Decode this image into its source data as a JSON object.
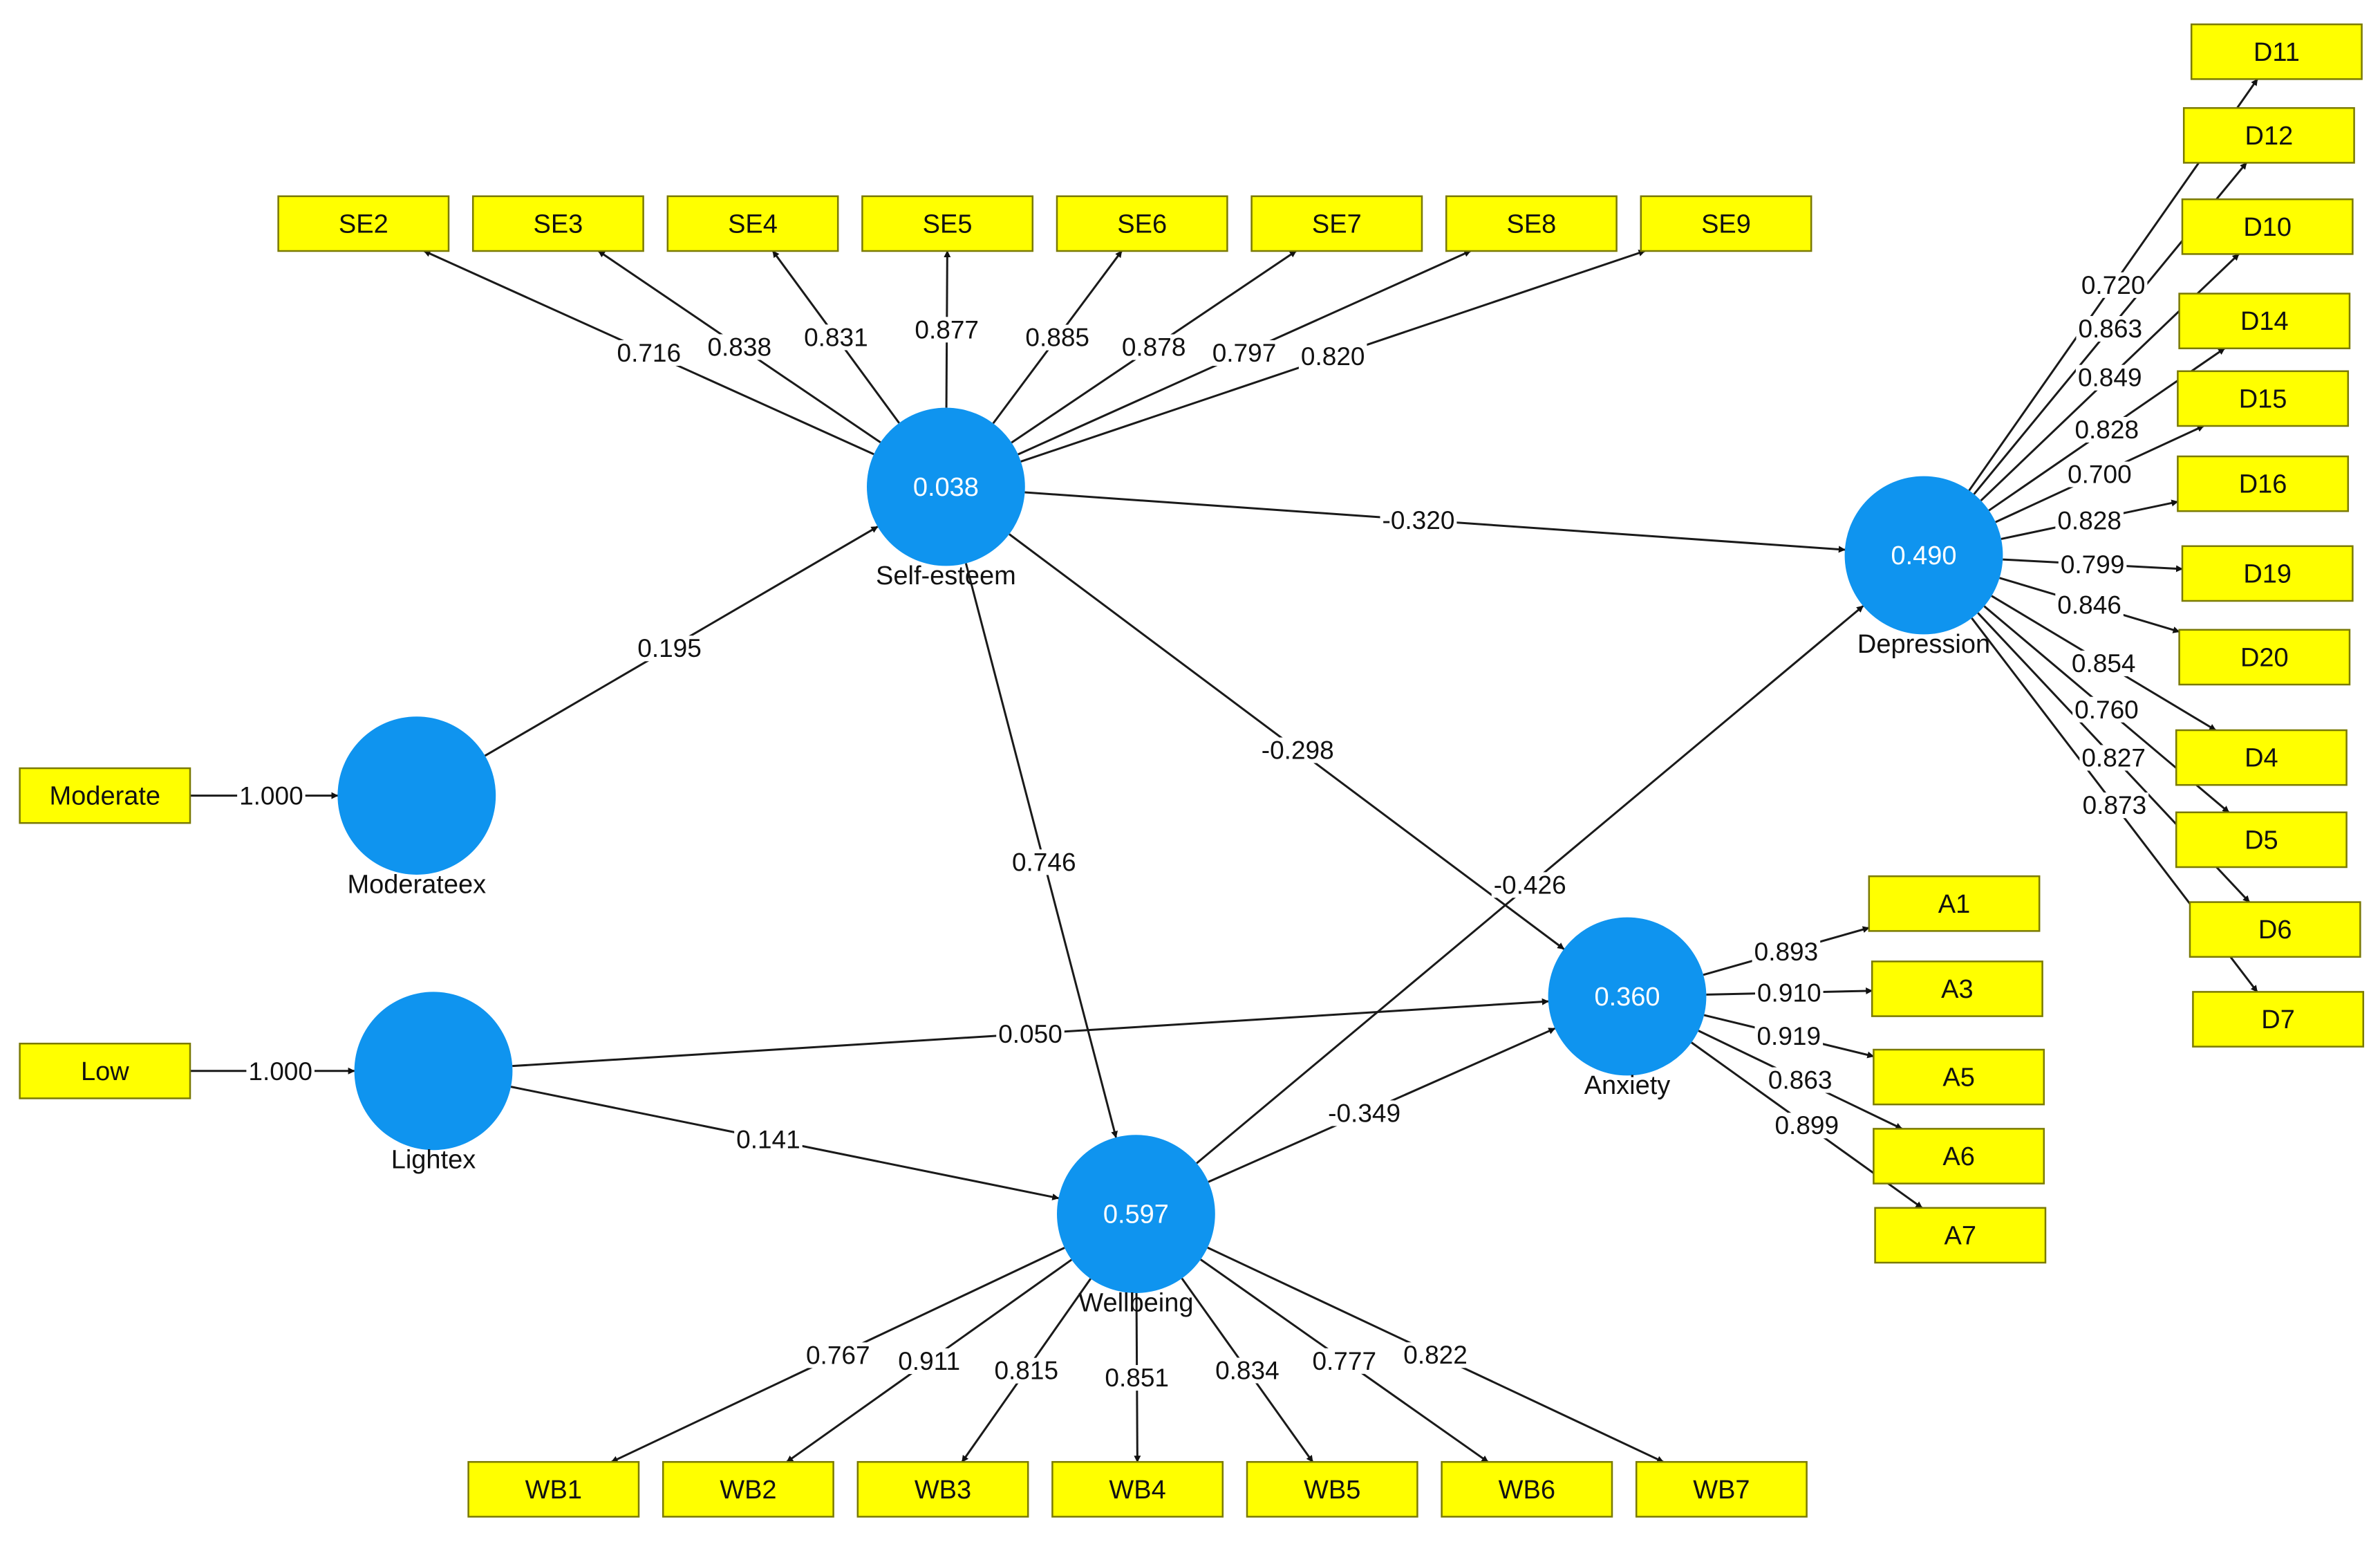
{
  "diagram_type": "PLS-SEM path model",
  "colors": {
    "latent_fill": "#0f94ef",
    "indicator_fill": "#ffff00",
    "indicator_border": "#7a7a00",
    "edge": "#1a1a1a"
  },
  "latents": [
    {
      "id": "selfesteem",
      "name": "Self-esteem",
      "r2": "0.038"
    },
    {
      "id": "depression",
      "name": "Depression",
      "r2": "0.490"
    },
    {
      "id": "anxiety",
      "name": "Anxiety",
      "r2": "0.360"
    },
    {
      "id": "wellbeing",
      "name": "Wellbeing",
      "r2": "0.597"
    },
    {
      "id": "moderateex",
      "name": "Moderateex",
      "r2": ""
    },
    {
      "id": "lightex",
      "name": "Lightex",
      "r2": ""
    }
  ],
  "indicators": [
    {
      "label": "SE2"
    },
    {
      "label": "SE3"
    },
    {
      "label": "SE4"
    },
    {
      "label": "SE5"
    },
    {
      "label": "SE6"
    },
    {
      "label": "SE7"
    },
    {
      "label": "SE8"
    },
    {
      "label": "SE9"
    },
    {
      "label": "D11"
    },
    {
      "label": "D12"
    },
    {
      "label": "D10"
    },
    {
      "label": "D14"
    },
    {
      "label": "D15"
    },
    {
      "label": "D16"
    },
    {
      "label": "D19"
    },
    {
      "label": "D20"
    },
    {
      "label": "D4"
    },
    {
      "label": "D5"
    },
    {
      "label": "D6"
    },
    {
      "label": "D7"
    },
    {
      "label": "A1"
    },
    {
      "label": "A3"
    },
    {
      "label": "A5"
    },
    {
      "label": "A6"
    },
    {
      "label": "A7"
    },
    {
      "label": "WB1"
    },
    {
      "label": "WB2"
    },
    {
      "label": "WB3"
    },
    {
      "label": "WB4"
    },
    {
      "label": "WB5"
    },
    {
      "label": "WB6"
    },
    {
      "label": "WB7"
    },
    {
      "label": "Moderate"
    },
    {
      "label": "Low"
    }
  ],
  "loadings": [
    {
      "from": "Self-esteem",
      "to": "SE2",
      "weight": "0.716"
    },
    {
      "from": "Self-esteem",
      "to": "SE3",
      "weight": "0.838"
    },
    {
      "from": "Self-esteem",
      "to": "SE4",
      "weight": "0.831"
    },
    {
      "from": "Self-esteem",
      "to": "SE5",
      "weight": "0.877"
    },
    {
      "from": "Self-esteem",
      "to": "SE6",
      "weight": "0.885"
    },
    {
      "from": "Self-esteem",
      "to": "SE7",
      "weight": "0.878"
    },
    {
      "from": "Self-esteem",
      "to": "SE8",
      "weight": "0.797"
    },
    {
      "from": "Self-esteem",
      "to": "SE9",
      "weight": "0.820"
    },
    {
      "from": "Depression",
      "to": "D11",
      "weight": "0.720"
    },
    {
      "from": "Depression",
      "to": "D12",
      "weight": "0.863"
    },
    {
      "from": "Depression",
      "to": "D10",
      "weight": "0.849"
    },
    {
      "from": "Depression",
      "to": "D14",
      "weight": "0.828"
    },
    {
      "from": "Depression",
      "to": "D15",
      "weight": "0.700"
    },
    {
      "from": "Depression",
      "to": "D16",
      "weight": "0.828"
    },
    {
      "from": "Depression",
      "to": "D19",
      "weight": "0.799"
    },
    {
      "from": "Depression",
      "to": "D20",
      "weight": "0.846"
    },
    {
      "from": "Depression",
      "to": "D4",
      "weight": "0.854"
    },
    {
      "from": "Depression",
      "to": "D5",
      "weight": "0.760"
    },
    {
      "from": "Depression",
      "to": "D6",
      "weight": "0.827"
    },
    {
      "from": "Depression",
      "to": "D7",
      "weight": "0.873"
    },
    {
      "from": "Anxiety",
      "to": "A1",
      "weight": "0.893"
    },
    {
      "from": "Anxiety",
      "to": "A3",
      "weight": "0.910"
    },
    {
      "from": "Anxiety",
      "to": "A5",
      "weight": "0.919"
    },
    {
      "from": "Anxiety",
      "to": "A6",
      "weight": "0.863"
    },
    {
      "from": "Anxiety",
      "to": "A7",
      "weight": "0.899"
    },
    {
      "from": "Wellbeing",
      "to": "WB1",
      "weight": "0.767"
    },
    {
      "from": "Wellbeing",
      "to": "WB2",
      "weight": "0.911"
    },
    {
      "from": "Wellbeing",
      "to": "WB3",
      "weight": "0.815"
    },
    {
      "from": "Wellbeing",
      "to": "WB4",
      "weight": "0.851"
    },
    {
      "from": "Wellbeing",
      "to": "WB5",
      "weight": "0.834"
    },
    {
      "from": "Wellbeing",
      "to": "WB6",
      "weight": "0.777"
    },
    {
      "from": "Wellbeing",
      "to": "WB7",
      "weight": "0.822"
    },
    {
      "from": "Moderate",
      "to": "Moderateex",
      "weight": "1.000"
    },
    {
      "from": "Low",
      "to": "Lightex",
      "weight": "1.000"
    }
  ],
  "paths": [
    {
      "from": "Moderateex",
      "to": "Self-esteem",
      "weight": "0.195"
    },
    {
      "from": "Self-esteem",
      "to": "Depression",
      "weight": "-0.320"
    },
    {
      "from": "Self-esteem",
      "to": "Anxiety",
      "weight": "-0.298"
    },
    {
      "from": "Self-esteem",
      "to": "Wellbeing",
      "weight": "0.746"
    },
    {
      "from": "Wellbeing",
      "to": "Depression",
      "weight": "-0.426"
    },
    {
      "from": "Lightex",
      "to": "Anxiety",
      "weight": "0.050"
    },
    {
      "from": "Lightex",
      "to": "Wellbeing",
      "weight": "0.141"
    },
    {
      "from": "Wellbeing",
      "to": "Anxiety",
      "weight": "-0.349"
    }
  ]
}
